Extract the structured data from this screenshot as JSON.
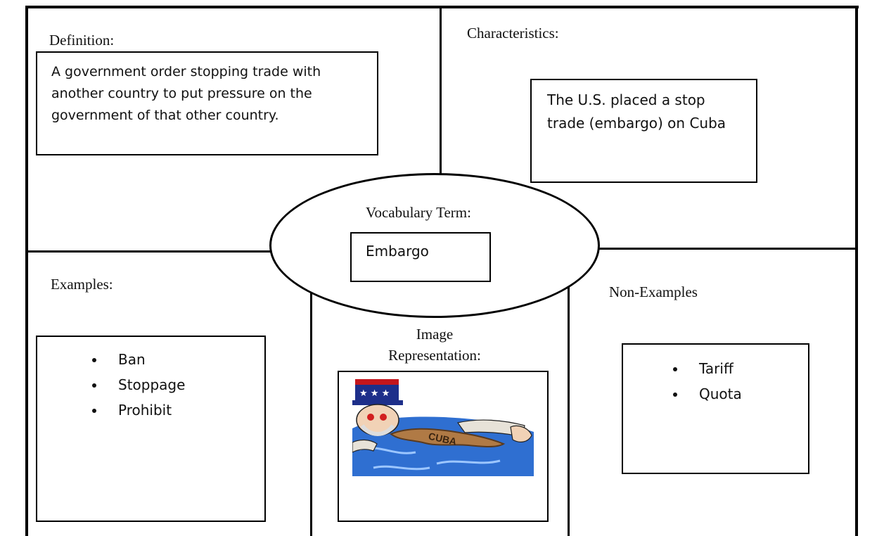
{
  "definition": {
    "heading": "Definition:",
    "text": "A government order stopping trade with another country to put pressure on the government of that other country."
  },
  "characteristics": {
    "heading": "Characteristics:",
    "text": "The U.S. placed a stop trade (embargo) on Cuba"
  },
  "vocabulary": {
    "heading": "Vocabulary Term:",
    "term": "Embargo"
  },
  "examples": {
    "heading": "Examples:",
    "items": [
      "Ban",
      "Stoppage",
      "Prohibit"
    ]
  },
  "image_representation": {
    "heading": "Image Representation:",
    "cartoon_label": "CUBA"
  },
  "non_examples": {
    "heading": "Non-Examples",
    "items": [
      "Tariff",
      "Quota"
    ]
  },
  "colors": {
    "border": "#000000",
    "ocean": "#2f6fd1",
    "island": "#b07a45",
    "hat_blue": "#1d2f8a",
    "hat_red": "#c4161c"
  }
}
